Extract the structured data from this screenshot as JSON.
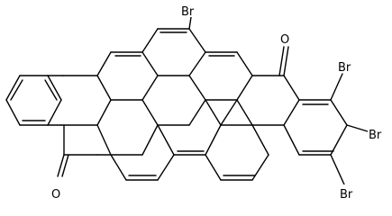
{
  "atom_labels": {
    "br_top": "Br",
    "br_right1": "Br",
    "br_right2": "Br",
    "br_right3": "Br",
    "o_top": "O",
    "o_bottom": "O"
  },
  "colors": {
    "bond": "#000000",
    "background": "#ffffff"
  }
}
